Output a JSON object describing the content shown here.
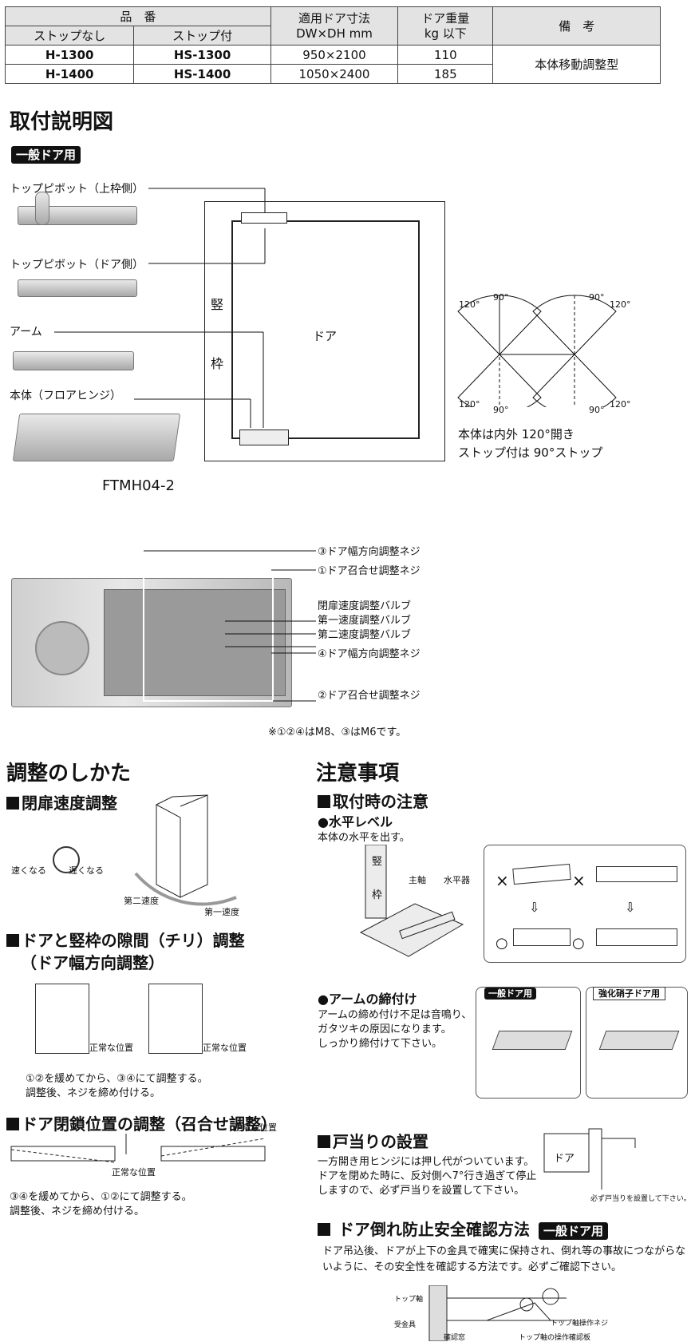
{
  "spec_table": {
    "header": {
      "part_no": "品　番",
      "no_stop": "ストップなし",
      "with_stop": "ストップ付",
      "door_size": "適用ドア寸法",
      "door_size_unit": "DW×DH mm",
      "door_weight": "ドア重量",
      "door_weight_unit": "kg 以下",
      "remarks": "備　考"
    },
    "rows": [
      {
        "no_stop": "H-1300",
        "with_stop": "HS-1300",
        "size": "950×2100",
        "weight": "110"
      },
      {
        "no_stop": "H-1400",
        "with_stop": "HS-1400",
        "size": "1050×2400",
        "weight": "185"
      }
    ],
    "remark": "本体移動調整型"
  },
  "install": {
    "title": "取付説明図",
    "badge": "一般ドア用",
    "parts": [
      "トップピボット（上枠側）",
      "トップピボット（ドア側）",
      "アーム",
      "本体（フロアヒンジ）"
    ],
    "model": "FTMH04-2",
    "frame_label_1": "竪",
    "frame_label_2": "枠",
    "door_label": "ドア",
    "angles": {
      "a120": "120°",
      "a90": "90°"
    },
    "angle_note_1": "本体は内外 120°開き",
    "angle_note_2": "ストップ付は 90°ストップ"
  },
  "body_photo": {
    "labels": [
      "③ドア幅方向調整ネジ",
      "①ドア召合せ調整ネジ",
      "閉扉速度調整バルブ",
      "第一速度調整バルブ",
      "第二速度調整バルブ",
      "④ドア幅方向調整ネジ",
      "②ドア召合せ調整ネジ"
    ],
    "note": "※①②④はM8、③はM6です。"
  },
  "adjust": {
    "title": "調整のしかた",
    "speed_title": "閉扉速度調整",
    "faster": "速くなる",
    "slower": "遅くなる",
    "second_speed": "第二速度",
    "first_speed": "第一速度",
    "gap_title": "ドアと竪枠の隙間（チリ）調整",
    "gap_sub": "（ドア幅方向調整）",
    "normal_pos": "正常な位置",
    "gap_note_1": "①②を緩めてから、③④にて調整する。",
    "gap_note_2": "調整後、ネジを締め付ける。",
    "close_title": "ドア閉鎖位置の調整（召合せ調整）",
    "close_note_1": "③④を緩めてから、①②にて調整する。",
    "close_note_2": "調整後、ネジを締め付ける。"
  },
  "caution": {
    "title": "注意事項",
    "install_title": "取付時の注意",
    "level_title": "●水平レベル",
    "level_desc": "本体の水平を出す。",
    "frame_1": "竪",
    "frame_2": "枠",
    "main_axis": "主軸",
    "level_tool": "水平器",
    "arm_title": "●アームの締付け",
    "arm_desc_1": "アームの締め付け不足は音鳴り、",
    "arm_desc_2": "ガタツキの原因になります。",
    "arm_desc_3": "しっかり締付けて下さい。",
    "badge_general": "一般ドア用",
    "badge_glass": "強化硝子ドア用",
    "stop_title": "戸当りの設置",
    "stop_desc_1": "一方開き用ヒンジには押し代がついています。",
    "stop_desc_2": "ドアを閉めた時に、反対側へ7°行き過ぎて停止",
    "stop_desc_3": "しますので、必ず戸当りを設置して下さい。",
    "stop_door": "ドア",
    "stop_note": "必ず戸当りを設置して下さい。",
    "safety_title": "ドア倒れ防止安全確認方法",
    "safety_badge": "一般ドア用",
    "safety_desc_1": "ドア吊込後、ドアが上下の金具で確実に保持され、倒れ等の事故につながらな",
    "safety_desc_2": "いように、その安全性を確認する方法です。必ずご確認下さい。",
    "top_axis": "トップ軸",
    "receiver": "受金具",
    "check_window": "確認窓",
    "top_op_screw": "トップ軸操作ネジ",
    "top_op_plate": "トップ軸の操作確認板"
  }
}
